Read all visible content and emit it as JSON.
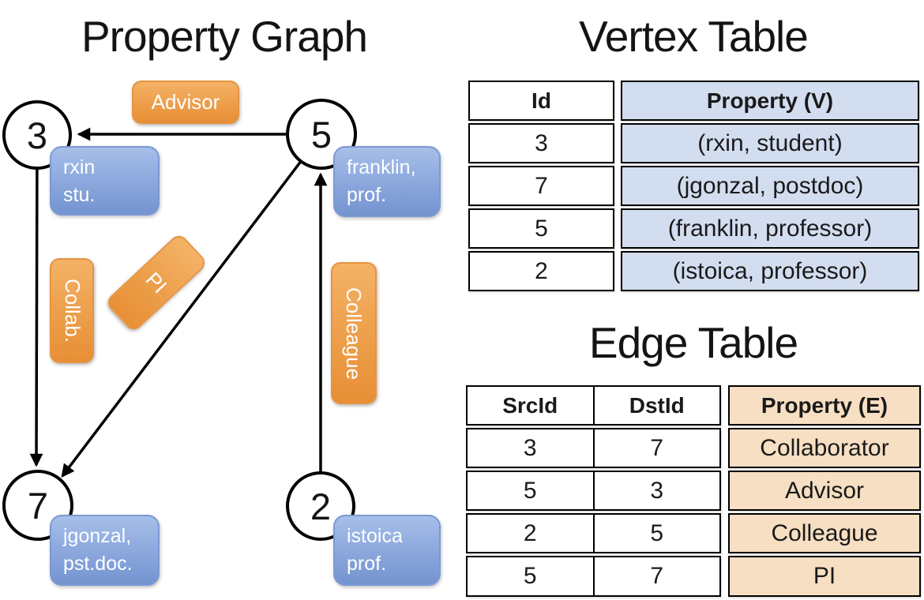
{
  "graph": {
    "title": "Property Graph",
    "nodes": {
      "n3": {
        "id": "3",
        "line1": "rxin",
        "line2": "stu."
      },
      "n5": {
        "id": "5",
        "line1": "franklin,",
        "line2": "prof."
      },
      "n7": {
        "id": "7",
        "line1": "jgonzal,",
        "line2": "pst.doc."
      },
      "n2": {
        "id": "2",
        "line1": "istoica",
        "line2": "prof."
      }
    },
    "edge_labels": {
      "advisor": "Advisor",
      "collab": "Collab.",
      "pi": "PI",
      "colleague": "Colleague"
    }
  },
  "vertex_table": {
    "title": "Vertex Table",
    "headers": {
      "id": "Id",
      "property": "Property (V)"
    },
    "rows": [
      {
        "id": "3",
        "property": "(rxin, student)"
      },
      {
        "id": "7",
        "property": "(jgonzal, postdoc)"
      },
      {
        "id": "5",
        "property": "(franklin, professor)"
      },
      {
        "id": "2",
        "property": "(istoica, professor)"
      }
    ]
  },
  "edge_table": {
    "title": "Edge Table",
    "headers": {
      "src": "SrcId",
      "dst": "DstId",
      "property": "Property (E)"
    },
    "rows": [
      {
        "src": "3",
        "dst": "7",
        "property": "Collaborator"
      },
      {
        "src": "5",
        "dst": "3",
        "property": "Advisor"
      },
      {
        "src": "2",
        "dst": "5",
        "property": "Colleague"
      },
      {
        "src": "5",
        "dst": "7",
        "property": "PI"
      }
    ]
  },
  "colors": {
    "vertex_box_blue": "#8aa6dc",
    "edge_box_orange": "#eda04c",
    "vertex_table_fill": "#d3ddf0",
    "edge_table_fill": "#f7dfc3",
    "line_black": "#000000"
  }
}
